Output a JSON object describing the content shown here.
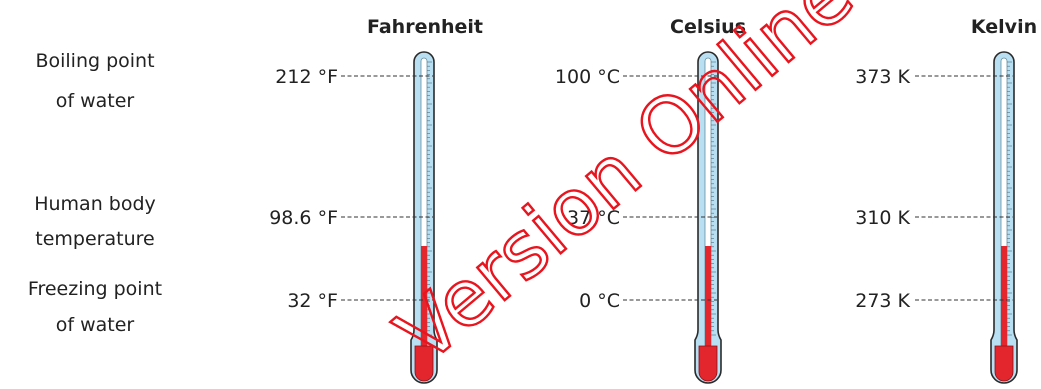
{
  "scales": [
    {
      "title": "Fahrenheit",
      "marks": [
        {
          "key": "boiling",
          "label": "212 °F"
        },
        {
          "key": "body",
          "label": "98.6 °F"
        },
        {
          "key": "freezing",
          "label": "32 °F"
        }
      ]
    },
    {
      "title": "Celsius",
      "marks": [
        {
          "key": "boiling",
          "label": "100 °C"
        },
        {
          "key": "body",
          "label": "37 °C"
        },
        {
          "key": "freezing",
          "label": "0 °C"
        }
      ]
    },
    {
      "title": "Kelvin",
      "marks": [
        {
          "key": "boiling",
          "label": "373 K"
        },
        {
          "key": "body",
          "label": "310 K"
        },
        {
          "key": "freezing",
          "label": "273 K"
        }
      ]
    }
  ],
  "references": [
    {
      "key": "boiling",
      "lines": [
        "Boiling point",
        "of water"
      ]
    },
    {
      "key": "body",
      "lines": [
        "Human body",
        "temperature"
      ]
    },
    {
      "key": "freezing",
      "lines": [
        "Freezing point",
        "of water"
      ]
    }
  ],
  "watermark": "Version Online",
  "colors": {
    "tube_fill": "#b8dff2",
    "tube_stroke": "#2b2b2b",
    "liquid": "#e3262e",
    "dash": "#333333",
    "text": "#222222",
    "watermark": "#e8141e"
  }
}
